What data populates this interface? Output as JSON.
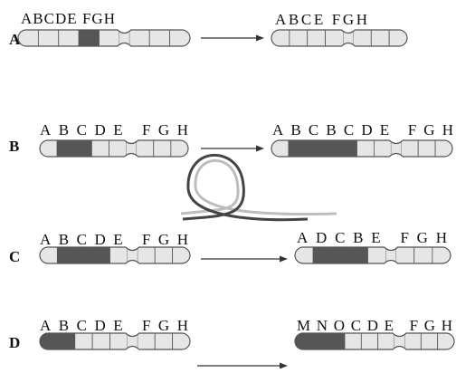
{
  "colors": {
    "outline": "#555555",
    "light": "#e6e6e6",
    "dark": "#565656",
    "arrow": "#333333",
    "loop_dark": "#444444",
    "loop_light": "#bdbdbd"
  },
  "rows": [
    {
      "label": "A",
      "before": {
        "letters": "ABCDE FGH",
        "segments": [
          "light",
          "light",
          "light",
          "dark",
          "light",
          "light",
          "light",
          "light"
        ]
      },
      "after": {
        "letters": "ABCE FGH",
        "segments": [
          "light",
          "light",
          "light",
          "light",
          "light",
          "light",
          "light"
        ]
      }
    },
    {
      "label": "B",
      "before": {
        "letters": "ABCDE FGH",
        "segments": [
          "light",
          "dark",
          "dark",
          "light",
          "light",
          "light",
          "light",
          "light"
        ]
      },
      "after": {
        "letters": "ABCBCDE FGH",
        "segments": [
          "light",
          "dark",
          "dark",
          "dark",
          "dark",
          "light",
          "light",
          "light",
          "light",
          "light"
        ]
      }
    },
    {
      "label": "C",
      "before": {
        "letters": "ABCDE FGH",
        "segments": [
          "light",
          "dark",
          "dark",
          "dark",
          "light",
          "light",
          "light",
          "light"
        ]
      },
      "after": {
        "letters": "ADCBE FGH",
        "segments": [
          "light",
          "dark",
          "dark",
          "dark",
          "light",
          "light",
          "light",
          "light"
        ]
      }
    },
    {
      "label": "D",
      "before": {
        "letters": "ABCDE FGH",
        "segments": [
          "dark",
          "dark",
          "light",
          "light",
          "light",
          "light",
          "light",
          "light"
        ]
      },
      "after": {
        "letters": "MNOCDE FGH",
        "segments": [
          "dark",
          "dark",
          "dark",
          "light",
          "light",
          "light",
          "light",
          "light",
          "light"
        ]
      }
    }
  ]
}
